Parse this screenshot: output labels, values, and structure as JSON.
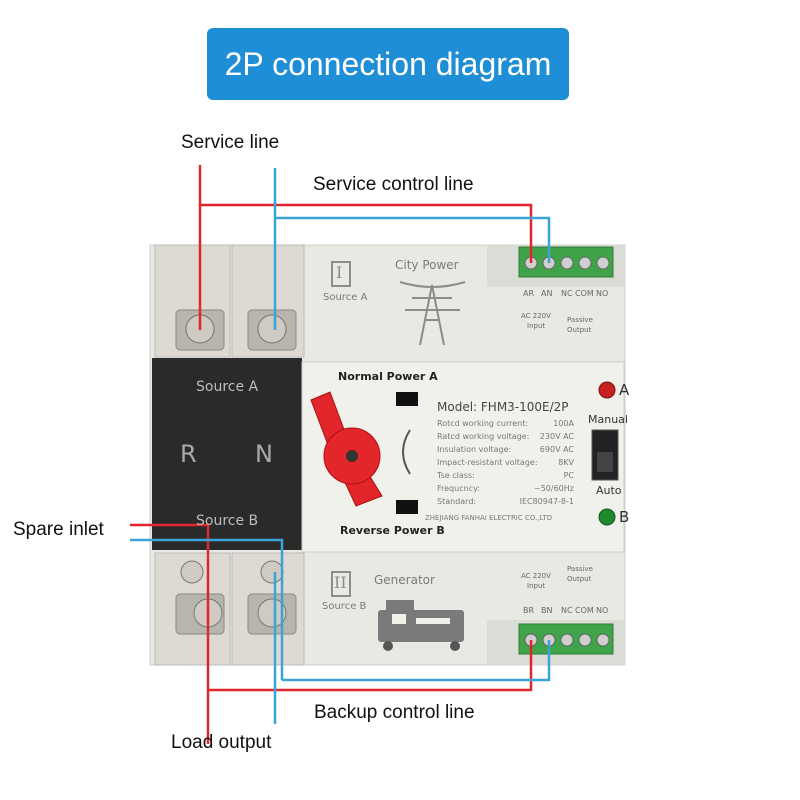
{
  "title": "2P connection diagram",
  "labels": {
    "service_line": "Service line",
    "service_control_line": "Service control line",
    "spare_inlet": "Spare inlet",
    "backup_control_line": "Backup control line",
    "load_output": "Load output"
  },
  "device": {
    "source_a_top": "Source A",
    "source_a_roman": "I",
    "city_power": "City Power",
    "terminal_top_labels": [
      "AR",
      "AN",
      "NC",
      "COM",
      "NO"
    ],
    "ac_top": "AC 220V",
    "input_top": "Input",
    "passive_top": "Passive",
    "output_top": "Output",
    "black_source_a": "Source A",
    "black_r": "R",
    "black_n": "N",
    "black_source_b": "Source B",
    "normal_power": "Normal Power A",
    "reverse_power": "Reverse Power B",
    "model": "Model: FHM3-100E/2P",
    "specs": [
      {
        "k": "Rotcd working current:",
        "v": "100A"
      },
      {
        "k": "Ratcd working voltage:",
        "v": "230V AC"
      },
      {
        "k": "Insulation voltage:",
        "v": "690V AC"
      },
      {
        "k": "Impact-resistant voltage:",
        "v": "8KV"
      },
      {
        "k": "Tse class:",
        "v": "PC"
      },
      {
        "k": "Frequcncy:",
        "v": "~50/60Hz"
      },
      {
        "k": "Standard:",
        "v": "IEC80947-8-1"
      }
    ],
    "manufacturer": "ZHEJIANG FANHAI ELECTRIC CO.,LTD",
    "indicator_a": "A",
    "indicator_b": "B",
    "manual": "Manual",
    "auto": "Auto",
    "source_b_roman": "II",
    "generator": "Generator",
    "source_b_bottom": "Source B",
    "ac_bottom": "AC 220V",
    "input_bottom": "Input",
    "passive_bottom": "Passive",
    "output_bottom": "Output",
    "terminal_bottom_labels": [
      "BR",
      "BN",
      "NC",
      "COM",
      "NO"
    ]
  },
  "colors": {
    "title_bg": "#1e8fd6",
    "red_wire": "#e0262b",
    "blue_wire": "#3aa3d8",
    "handle": "#e3262b",
    "terminal_green": "#3fa34a"
  }
}
